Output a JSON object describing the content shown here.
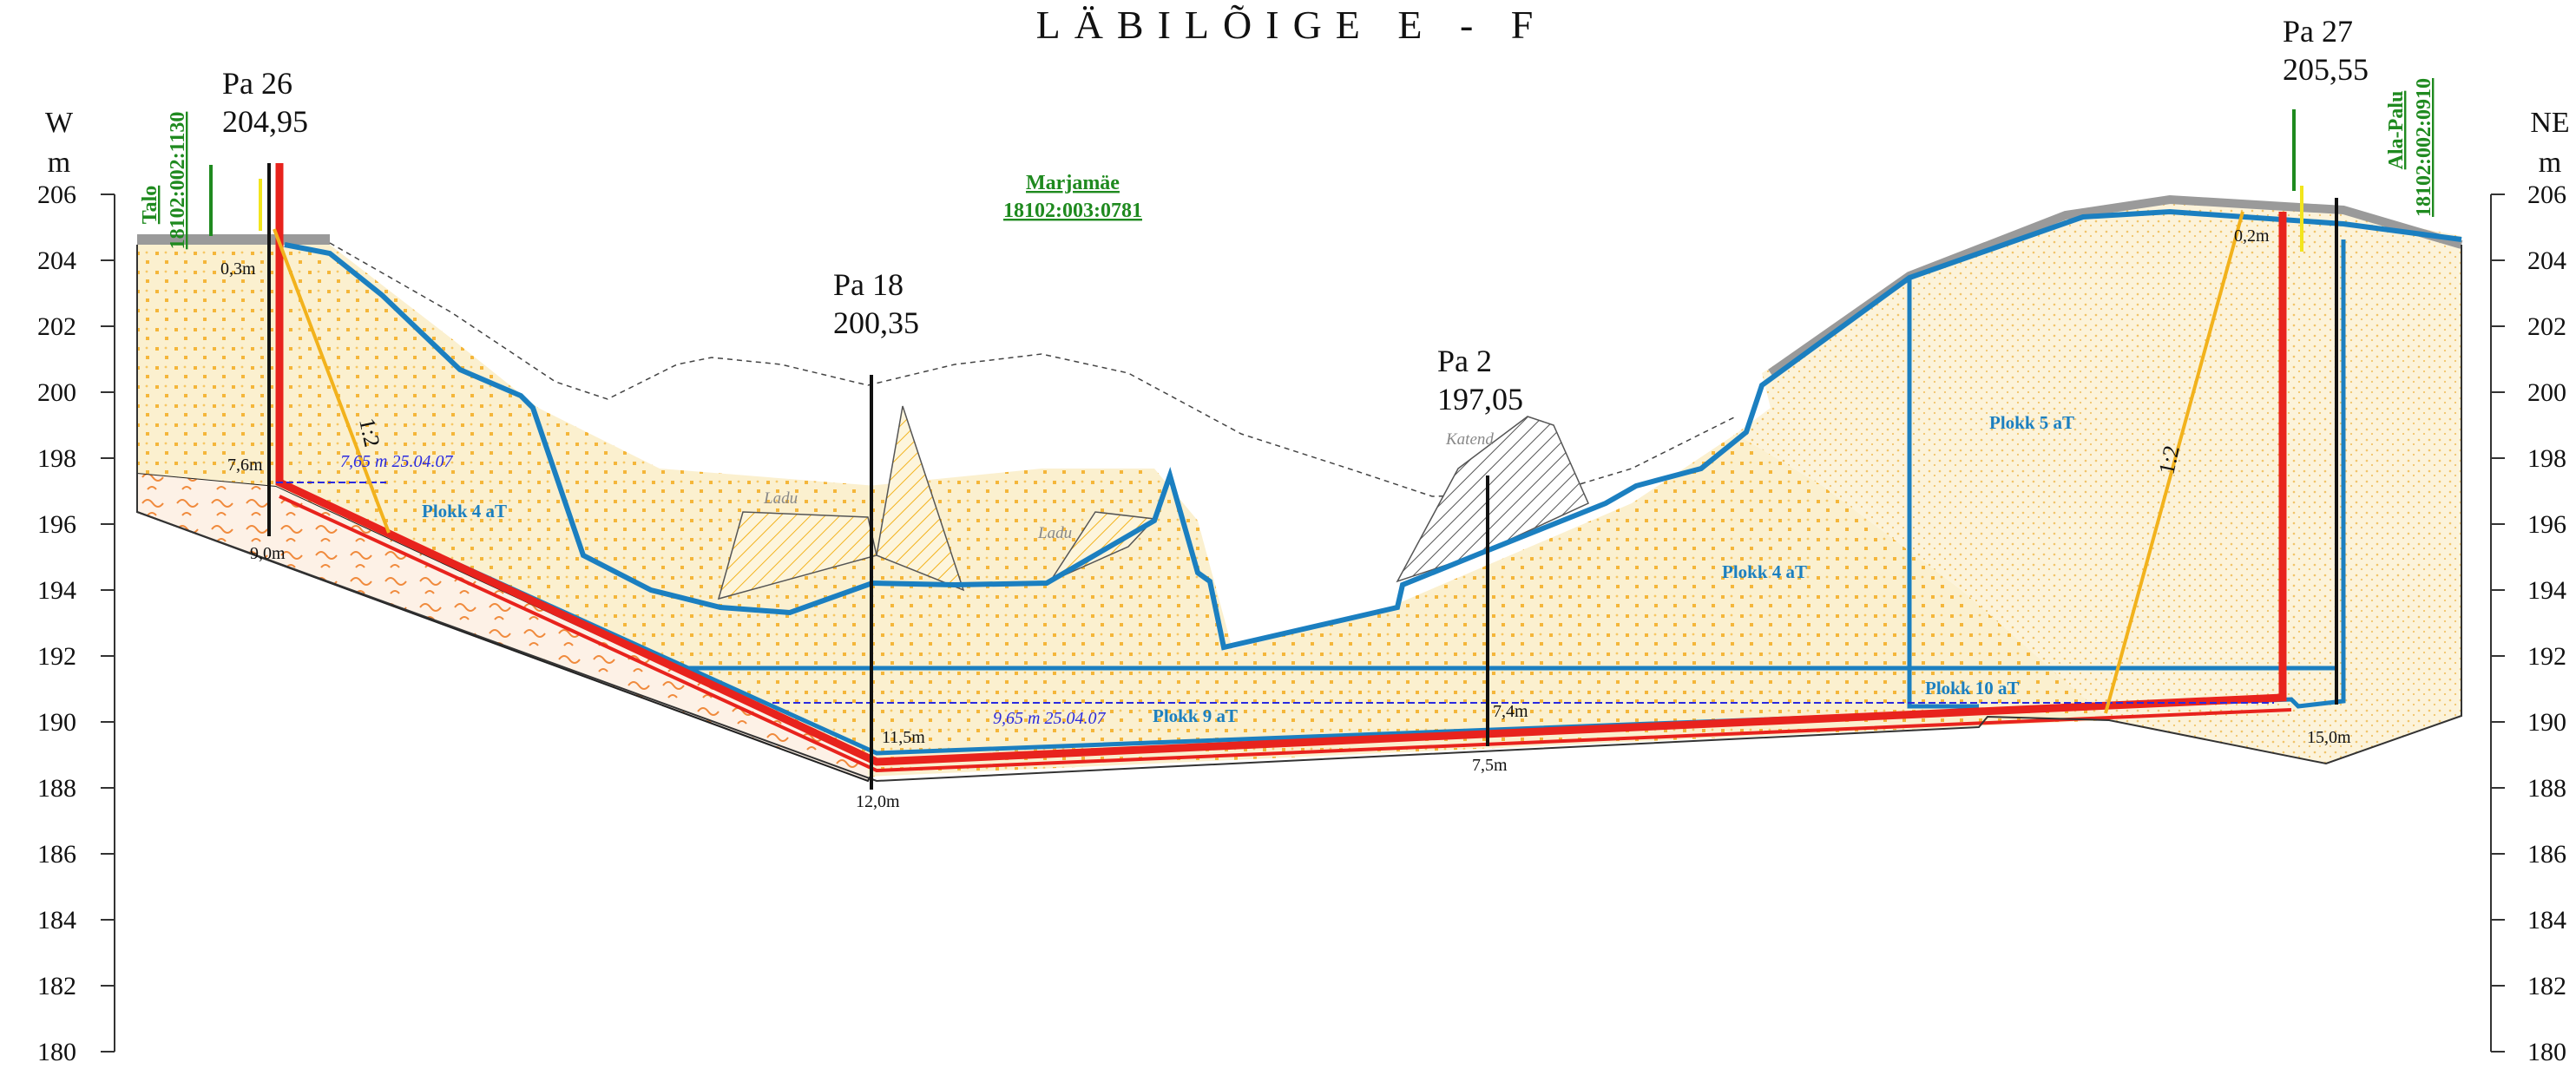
{
  "title": "LÄBILÕIGE E - F",
  "axis": {
    "left_direction": "W",
    "right_direction": "NE",
    "unit": "m",
    "ticks": [
      "206",
      "204",
      "202",
      "200",
      "198",
      "196",
      "194",
      "192",
      "190",
      "188",
      "186",
      "184",
      "182",
      "180"
    ]
  },
  "wells": [
    {
      "name": "Pa 26",
      "elevation": "204,95"
    },
    {
      "name": "Pa 18",
      "elevation": "200,35"
    },
    {
      "name": "Pa 2",
      "elevation": "197,05"
    },
    {
      "name": "Pa 27",
      "elevation": "205,55"
    }
  ],
  "depths": [
    "0,3m",
    "7,6m",
    "9,0m",
    "11,5m",
    "12,0m",
    "7,4m",
    "7,5m",
    "0,2m",
    "15,0m"
  ],
  "water_levels": [
    "7,65 m 25.04.07",
    "9,65 m 25.04.07"
  ],
  "blocks": [
    "Plokk 4 aT",
    "Plokk 9 aT",
    "Plokk 4 aT",
    "Plokk 10 aT",
    "Plokk 5 aT"
  ],
  "parcels": [
    {
      "name": "Talo",
      "code": "18102:002:1130"
    },
    {
      "name": "Marjamäe",
      "code": "18102:003:0781"
    },
    {
      "name": "Ala-Palu",
      "code": "18102:002:0910"
    }
  ],
  "stockpiles": [
    "Ladu",
    "Ladu",
    "Katend"
  ],
  "slopes": [
    "1:2",
    "1:2"
  ],
  "colors": {
    "pit_contour": "#1b7fc0",
    "pipe": "#e8231d",
    "sand_fill": "#fbf0cf",
    "sand_dots": "#f4b63a",
    "parcel_text": "#1f8a1f",
    "water_line": "#2a2adf",
    "slope_line": "#f2b21c"
  }
}
